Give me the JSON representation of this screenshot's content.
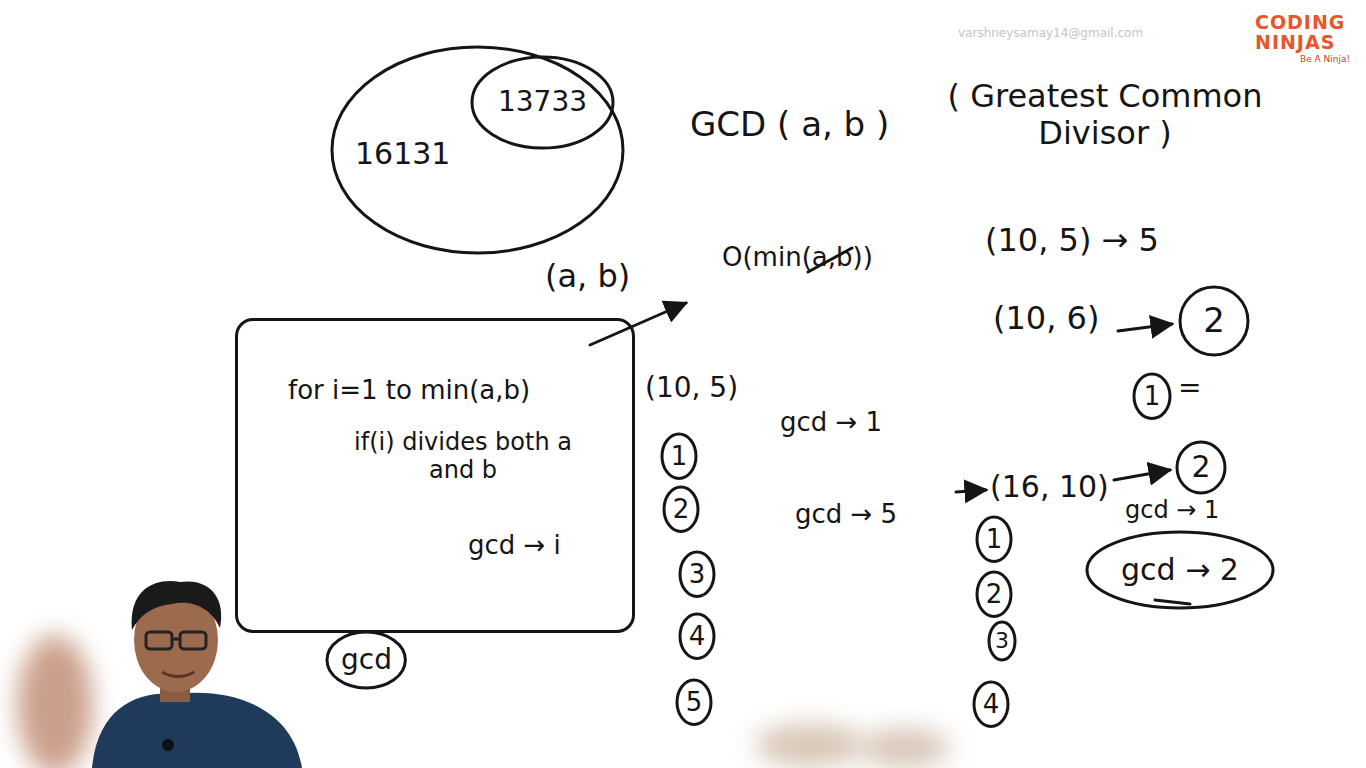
{
  "diagram": {
    "nodes": [
      {
        "text": [
          "16131"
        ]
      },
      {
        "text": [
          "13733"
        ],
        "in": 0
      },
      {
        "text": [
          "for i=1 to min(a,b)",
          "if(i) divides both a and b",
          "gcd → i"
        ]
      },
      {
        "text": [
          "gcd"
        ]
      },
      {
        "text": [
          "1"
        ]
      },
      {
        "text": [
          "2"
        ]
      },
      {
        "text": [
          "3"
        ]
      },
      {
        "text": [
          "4"
        ]
      },
      {
        "text": [
          "5"
        ]
      },
      {
        "text": [
          "2"
        ]
      },
      {
        "text": [
          "1"
        ]
      },
      {
        "text": [
          "2"
        ]
      },
      {
        "text": [
          "gcd → 2"
        ]
      },
      {
        "text": [
          "1"
        ]
      },
      {
        "text": [
          "2"
        ]
      },
      {
        "text": [
          "3"
        ]
      },
      {
        "text": [
          "4"
        ]
      }
    ],
    "labels": [
      "varshneysamay14@gmail.com",
      "CODING",
      "NINJAS",
      "Be A Ninja!",
      "GCD ( a, b )",
      "( Greatest Common Divisor )",
      "(10, 5) → 5",
      "(10, 6)",
      "=",
      "(a, b)",
      "O(min(a,b))",
      "(10, 5)",
      "gcd → 1",
      "gcd → 5",
      "(16, 10)",
      "gcd → 1"
    ]
  }
}
